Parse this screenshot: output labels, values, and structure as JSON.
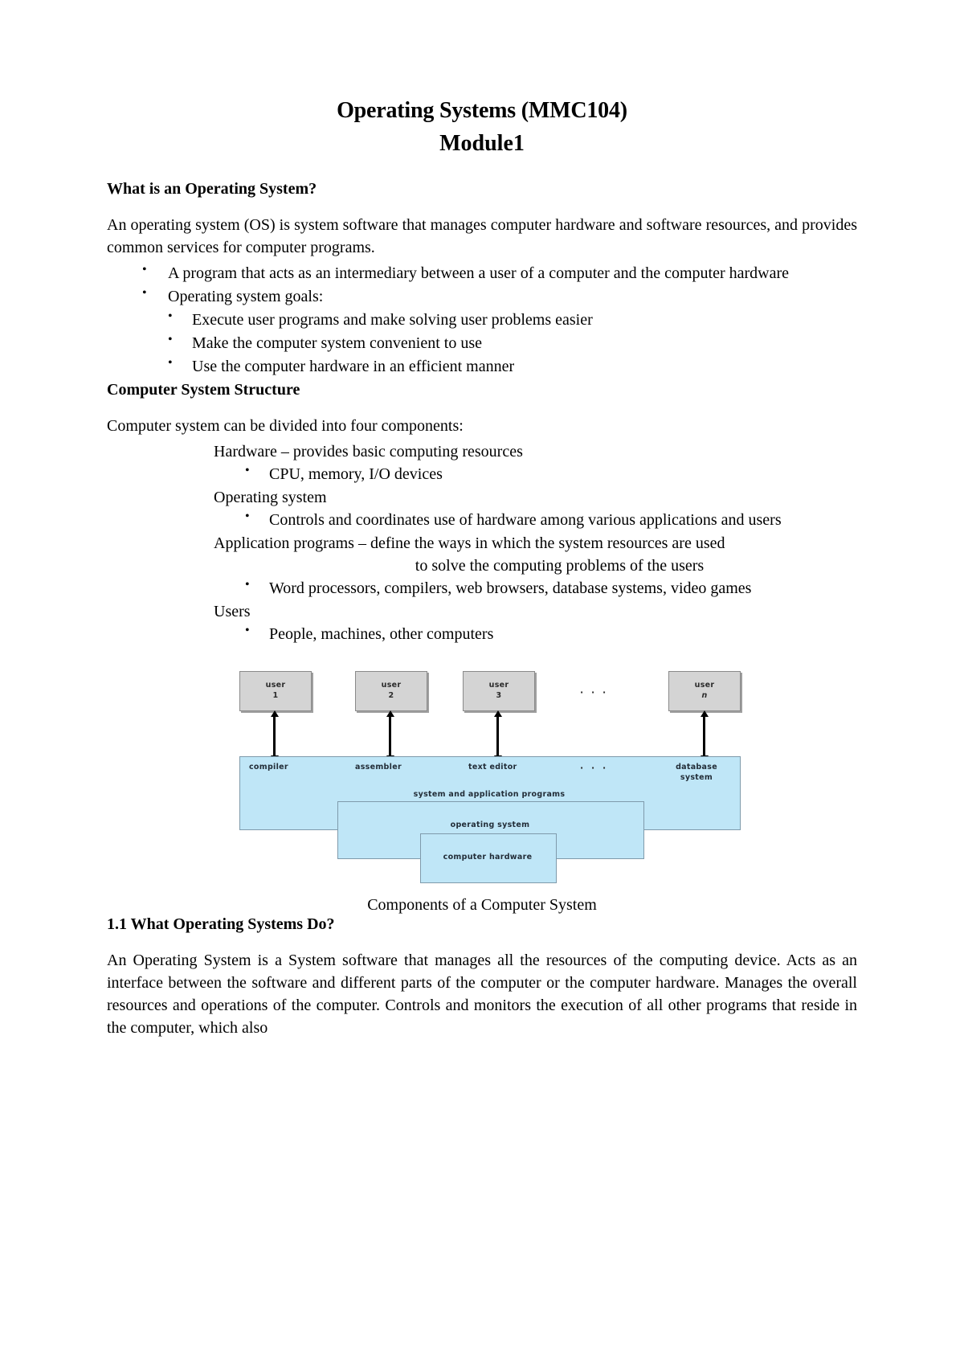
{
  "document": {
    "title": "Operating Systems (MMC104)",
    "subtitle": "Module1"
  },
  "sections": {
    "what_is_os": {
      "heading": "What is an Operating System?",
      "intro": "An operating system (OS) is system software that manages computer hardware and software resources, and provides common services for computer programs.",
      "bullets": [
        "A program that acts as an intermediary between a user of a computer and the computer hardware",
        "Operating system goals:"
      ],
      "subbullets": [
        "Execute user programs and make solving user problems easier",
        "Make the computer system convenient to use",
        "Use the computer hardware in an efficient manner"
      ]
    },
    "computer_system_structure": {
      "heading": "Computer System Structure",
      "intro": "Computer system can be divided into four components:",
      "components": [
        {
          "title": "Hardware – provides basic computing resources",
          "bullets": [
            "CPU, memory, I/O devices"
          ]
        },
        {
          "title": "Operating system",
          "bullets": [
            "Controls and coordinates use of hardware among various applications and users"
          ]
        },
        {
          "title": "Application programs – define the ways in which the system resources are used",
          "title_cont": "to solve the computing problems of the users",
          "bullets": [
            "Word processors, compilers, web browsers, database systems, video games"
          ]
        },
        {
          "title": "Users",
          "bullets": [
            "People, machines, other computers"
          ]
        }
      ]
    },
    "what_os_do": {
      "heading": "1.1 What Operating Systems Do?",
      "paragraph": "An Operating System is a System software that manages all the resources of the computing device. Acts as an interface between the software and different parts of the computer or the computer hardware. Manages the overall resources and operations of the computer. Controls and monitors the execution of all other programs that reside in the computer, which also"
    }
  },
  "figure": {
    "caption": "Components of a Computer System",
    "users": [
      {
        "line1": "user",
        "line2": "1"
      },
      {
        "line1": "user",
        "line2": "2"
      },
      {
        "line1": "user",
        "line2": "3"
      },
      {
        "line1": "user",
        "line2": "n"
      }
    ],
    "users_ellipsis": "· · ·",
    "programs": [
      "compiler",
      "assembler",
      "text editor"
    ],
    "programs_ellipsis": "· · ·",
    "database_label_line1": "database",
    "database_label_line2": "system",
    "band_label": "system and application programs",
    "os_label": "operating system",
    "hardware_label": "computer hardware",
    "colors": {
      "band_fill": "#bfe6f7",
      "band_stroke": "#7f9aab",
      "user_fill": "#d4d4d4",
      "user_stroke": "#8a8a8a",
      "arrow": "#000000",
      "label_text": "#222d38"
    }
  }
}
